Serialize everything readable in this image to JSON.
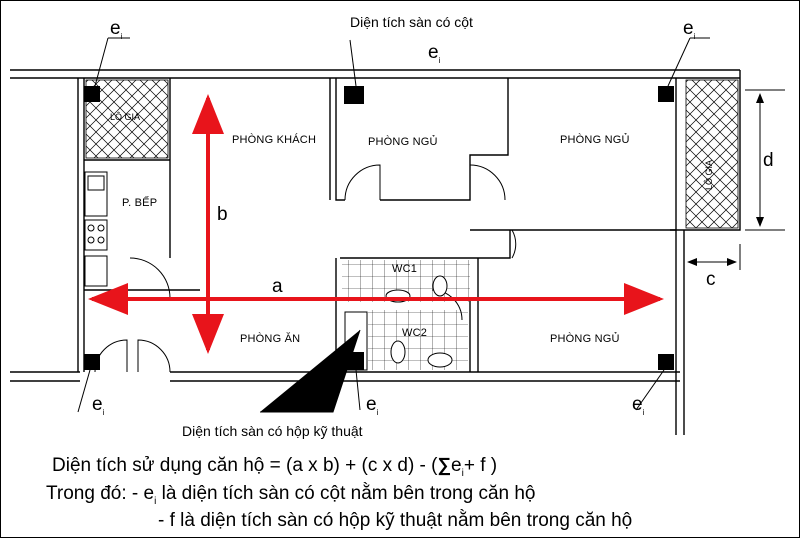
{
  "labels": {
    "top_note": "Diện tích sàn có cột",
    "bottom_note": "Diện tích sàn có hộp kỹ thuật",
    "e": "e",
    "e_sub": "i",
    "a": "a",
    "b": "b",
    "c": "c",
    "d": "d",
    "f": "f"
  },
  "rooms": {
    "living": "PHÒNG KHÁCH",
    "bed1": "PHÒNG NGỦ",
    "bed2": "PHÒNG NGỦ",
    "bed3": "PHÒNG NGỦ",
    "dining": "PHÒNG ĂN",
    "kitchen": "P. BẾP",
    "wc1": "WC1",
    "wc2": "WC2",
    "balcony_left": "LÔ GIA",
    "balcony_right": "LÔ GIA"
  },
  "formula": {
    "line1_prefix": "Diện tích sử dụng căn hộ = (a x b) + (c x d) - (",
    "sigma": "∑",
    "line1_e": "e",
    "line1_sub": "i",
    "line1_suffix": "+ f )",
    "line2_prefix": "Trong đó: - e",
    "line2_sub": "i",
    "line2_suffix": " là diện tích sàn có cột nằm bên trong căn hộ",
    "line3": "- f là diện tích sàn có hộp kỹ thuật nằm bên trong căn hộ"
  },
  "colors": {
    "dimension_arrows": "#e8141b",
    "walls": "#000000"
  }
}
